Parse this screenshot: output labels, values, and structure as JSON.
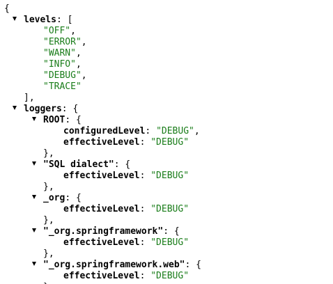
{
  "toggle_icon": "triangle-down-icon",
  "colors": {
    "key": "#000000",
    "string": "#1a7d1a",
    "punctuation": "#000000",
    "background": "#ffffff"
  },
  "lines": [
    {
      "indent": 0,
      "parts": [
        {
          "t": "p",
          "v": "{"
        }
      ]
    },
    {
      "indent": 1,
      "toggle": true,
      "parts": [
        {
          "t": "k",
          "v": "levels"
        },
        {
          "t": "p",
          "v": ": ["
        }
      ]
    },
    {
      "indent": 2,
      "parts": [
        {
          "t": "s",
          "v": "\"OFF\""
        },
        {
          "t": "p",
          "v": ","
        }
      ]
    },
    {
      "indent": 2,
      "parts": [
        {
          "t": "s",
          "v": "\"ERROR\""
        },
        {
          "t": "p",
          "v": ","
        }
      ]
    },
    {
      "indent": 2,
      "parts": [
        {
          "t": "s",
          "v": "\"WARN\""
        },
        {
          "t": "p",
          "v": ","
        }
      ]
    },
    {
      "indent": 2,
      "parts": [
        {
          "t": "s",
          "v": "\"INFO\""
        },
        {
          "t": "p",
          "v": ","
        }
      ]
    },
    {
      "indent": 2,
      "parts": [
        {
          "t": "s",
          "v": "\"DEBUG\""
        },
        {
          "t": "p",
          "v": ","
        }
      ]
    },
    {
      "indent": 2,
      "parts": [
        {
          "t": "s",
          "v": "\"TRACE\""
        }
      ]
    },
    {
      "indent": 1,
      "parts": [
        {
          "t": "p",
          "v": "],"
        }
      ]
    },
    {
      "indent": 1,
      "toggle": true,
      "parts": [
        {
          "t": "k",
          "v": "loggers"
        },
        {
          "t": "p",
          "v": ": {"
        }
      ]
    },
    {
      "indent": 2,
      "toggle": true,
      "parts": [
        {
          "t": "k",
          "v": "ROOT"
        },
        {
          "t": "p",
          "v": ": {"
        }
      ]
    },
    {
      "indent": 3,
      "parts": [
        {
          "t": "k",
          "v": "configuredLevel"
        },
        {
          "t": "p",
          "v": ": "
        },
        {
          "t": "s",
          "v": "\"DEBUG\""
        },
        {
          "t": "p",
          "v": ","
        }
      ]
    },
    {
      "indent": 3,
      "parts": [
        {
          "t": "k",
          "v": "effectiveLevel"
        },
        {
          "t": "p",
          "v": ": "
        },
        {
          "t": "s",
          "v": "\"DEBUG\""
        }
      ]
    },
    {
      "indent": 2,
      "parts": [
        {
          "t": "p",
          "v": "},"
        }
      ]
    },
    {
      "indent": 2,
      "toggle": true,
      "parts": [
        {
          "t": "k",
          "v": "\"SQL dialect\""
        },
        {
          "t": "p",
          "v": ": {"
        }
      ]
    },
    {
      "indent": 3,
      "parts": [
        {
          "t": "k",
          "v": "effectiveLevel"
        },
        {
          "t": "p",
          "v": ": "
        },
        {
          "t": "s",
          "v": "\"DEBUG\""
        }
      ]
    },
    {
      "indent": 2,
      "parts": [
        {
          "t": "p",
          "v": "},"
        }
      ]
    },
    {
      "indent": 2,
      "toggle": true,
      "parts": [
        {
          "t": "k",
          "v": "_org"
        },
        {
          "t": "p",
          "v": ": {"
        }
      ]
    },
    {
      "indent": 3,
      "parts": [
        {
          "t": "k",
          "v": "effectiveLevel"
        },
        {
          "t": "p",
          "v": ": "
        },
        {
          "t": "s",
          "v": "\"DEBUG\""
        }
      ]
    },
    {
      "indent": 2,
      "parts": [
        {
          "t": "p",
          "v": "},"
        }
      ]
    },
    {
      "indent": 2,
      "toggle": true,
      "parts": [
        {
          "t": "k",
          "v": "\"_org.springframework\""
        },
        {
          "t": "p",
          "v": ": {"
        }
      ]
    },
    {
      "indent": 3,
      "parts": [
        {
          "t": "k",
          "v": "effectiveLevel"
        },
        {
          "t": "p",
          "v": ": "
        },
        {
          "t": "s",
          "v": "\"DEBUG\""
        }
      ]
    },
    {
      "indent": 2,
      "parts": [
        {
          "t": "p",
          "v": "},"
        }
      ]
    },
    {
      "indent": 2,
      "toggle": true,
      "parts": [
        {
          "t": "k",
          "v": "\"_org.springframework.web\""
        },
        {
          "t": "p",
          "v": ": {"
        }
      ]
    },
    {
      "indent": 3,
      "parts": [
        {
          "t": "k",
          "v": "effectiveLevel"
        },
        {
          "t": "p",
          "v": ": "
        },
        {
          "t": "s",
          "v": "\"DEBUG\""
        }
      ]
    },
    {
      "indent": 2,
      "parts": [
        {
          "t": "p",
          "v": "},"
        }
      ]
    }
  ]
}
